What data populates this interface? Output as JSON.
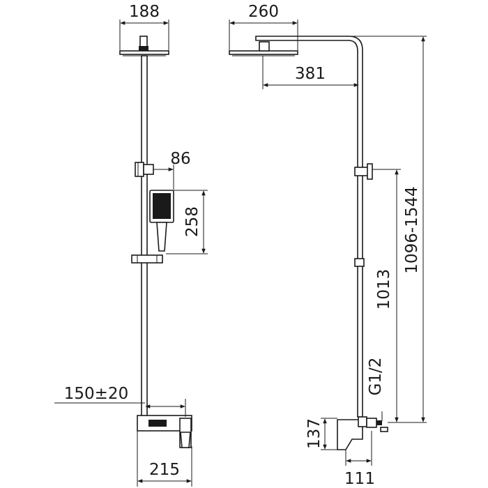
{
  "dimensions": {
    "head_width_front": "188",
    "head_width_side": "260",
    "arm_reach": "381",
    "hand_shower_width": "86",
    "hand_shower_length": "258",
    "overall_height": "1096-1544",
    "bracket_height": "1013",
    "thread": "G1/2",
    "mixer_height": "137",
    "inlet_spacing": "150±20",
    "mixer_width": "215",
    "wall_offset": "111"
  },
  "colors": {
    "line": "#1a1a1a",
    "background": "#ffffff"
  }
}
